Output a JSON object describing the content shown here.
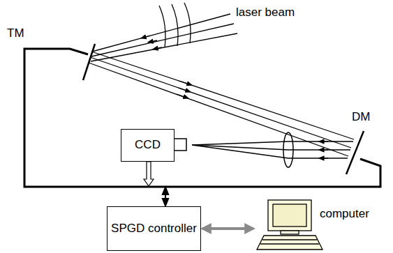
{
  "diagram": {
    "nodes": [
      {
        "text": [
          "CCD"
        ]
      },
      {
        "text": [
          "SPGD controller"
        ]
      },
      {
        "text": [
          "computer"
        ]
      }
    ],
    "edges": [
      {
        "from": 1,
        "to": 2,
        "arrow": "both"
      }
    ],
    "labels": [
      "laser beam",
      "TM",
      "DM"
    ]
  }
}
